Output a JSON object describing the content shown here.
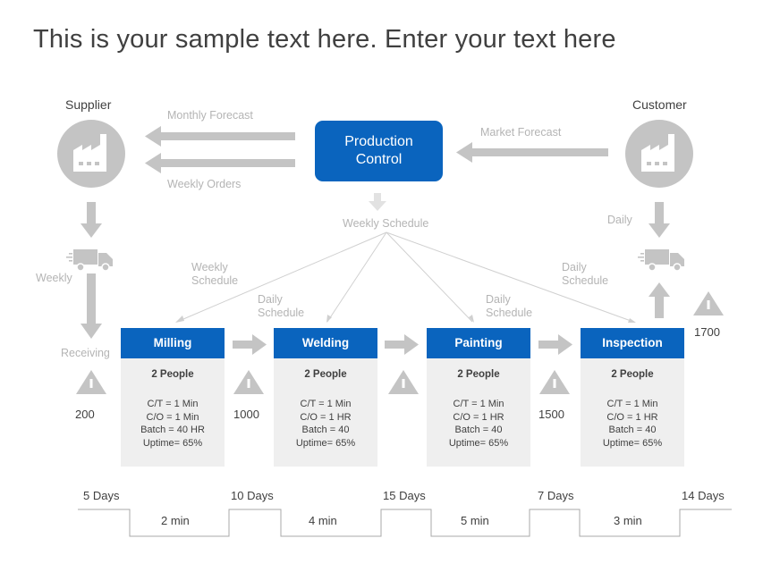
{
  "title": "This is your sample text here. Enter your text here",
  "supplier": {
    "label": "Supplier",
    "icon": "factory-icon"
  },
  "customer": {
    "label": "Customer",
    "icon": "factory-icon"
  },
  "production_control": {
    "line1": "Production",
    "line2": "Control"
  },
  "info_flows": {
    "monthly_forecast": "Monthly Forecast",
    "weekly_orders": "Weekly Orders",
    "market_forecast": "Market Forecast",
    "weekly_schedule": "Weekly Schedule",
    "weekly_schedule_branch": [
      "Weekly",
      "Schedule"
    ],
    "daily_schedule_welding": [
      "Daily",
      "Schedule"
    ],
    "daily_schedule_painting": [
      "Daily",
      "Schedule"
    ],
    "daily_schedule_inspection": [
      "Daily",
      "Schedule"
    ]
  },
  "shipments": {
    "weekly": "Weekly",
    "daily": "Daily",
    "receiving": "Receiving"
  },
  "processes": [
    {
      "name": "Milling",
      "people": "2 People",
      "stats": [
        "C/T = 1 Min",
        "C/O = 1 Min",
        "Batch = 40 HR",
        "Uptime=  65%"
      ]
    },
    {
      "name": "Welding",
      "people": "2 People",
      "stats": [
        "C/T = 1 Min",
        "C/O = 1 HR",
        "Batch = 40",
        "Uptime=  65%"
      ]
    },
    {
      "name": "Painting",
      "people": "2 People",
      "stats": [
        "C/T = 1 Min",
        "C/O = 1 HR",
        "Batch = 40",
        "Uptime=  65%"
      ]
    },
    {
      "name": "Inspection",
      "people": "2 People",
      "stats": [
        "C/T = 1 Min",
        "C/O = 1 HR",
        "Batch = 40",
        "Uptime=  65%"
      ]
    }
  ],
  "inventory": [
    "200",
    "1000",
    "",
    "1500",
    "1700"
  ],
  "timeline": {
    "days": [
      "5 Days",
      "10 Days",
      "15 Days",
      "7 Days",
      "14 Days"
    ],
    "mins": [
      "2 min",
      "4 min",
      "5 min",
      "3 min"
    ]
  },
  "colors": {
    "accent": "#0a64be",
    "gray_icon": "#c4c4c4",
    "box_bg": "#efefef"
  }
}
